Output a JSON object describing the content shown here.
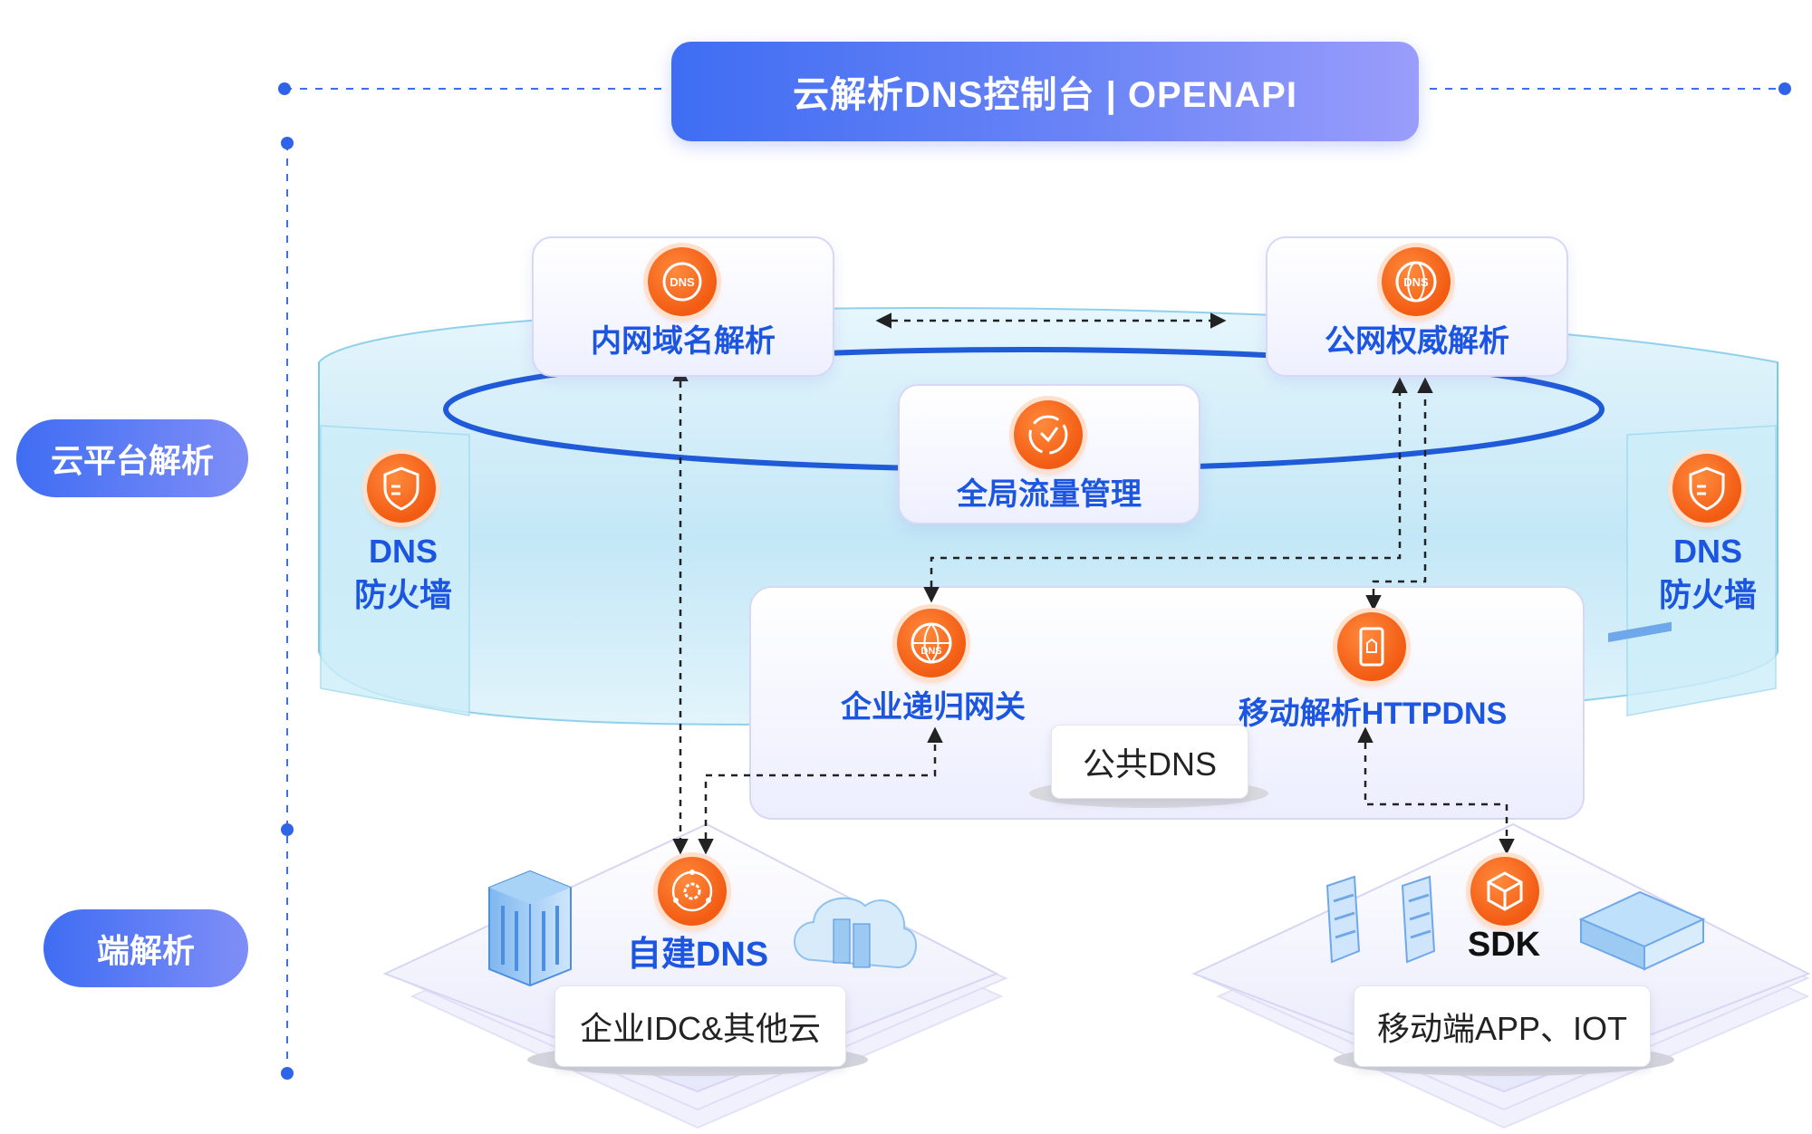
{
  "header": {
    "title": "云解析DNS控制台 | OPENAPI"
  },
  "layers": {
    "cloud": "云平台解析",
    "client": "端解析"
  },
  "cloud_platform": {
    "intranet": {
      "label": "内网域名解析",
      "icon": "dns-circle-icon"
    },
    "public_auth": {
      "label": "公网权威解析",
      "icon": "dns-globe-icon"
    },
    "global_traffic": {
      "label": "全局流量管理",
      "icon": "traffic-cycle-icon"
    },
    "firewall_left": {
      "line1": "DNS",
      "line2": "防火墙",
      "icon": "shield-icon"
    },
    "firewall_right": {
      "line1": "DNS",
      "line2": "防火墙",
      "icon": "shield-icon"
    },
    "public_dns": {
      "name": "公共DNS",
      "recursive": {
        "label": "企业递归网关",
        "icon": "dns-gateway-icon"
      },
      "httpdns": {
        "label": "移动解析HTTPDNS",
        "icon": "mobile-icon"
      }
    }
  },
  "client_side": {
    "self_dns": {
      "label": "自建DNS",
      "platform": "企业IDC&其他云",
      "icon": "gear-network-icon"
    },
    "sdk": {
      "label": "SDK",
      "platform": "移动端APP、IOT",
      "icon": "cube-icon"
    }
  },
  "colors": {
    "accent": "#1c56e0",
    "banner_start": "#3f6df3",
    "banner_end": "#9a9dfb",
    "icon_orange": "#f25b12",
    "ring": "#1f5ad8",
    "band": "#bfe6f6"
  }
}
